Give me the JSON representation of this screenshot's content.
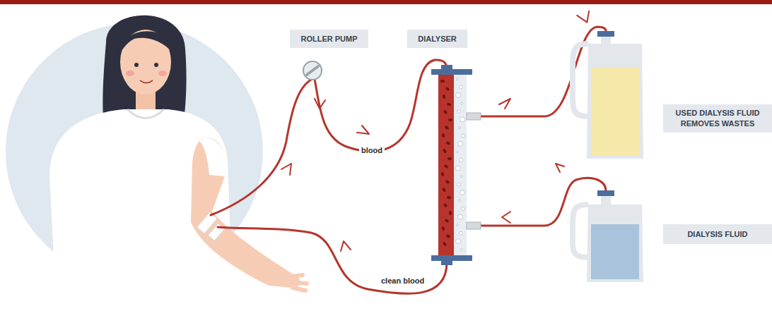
{
  "diagram": {
    "nodes": [
      {
        "text": [
          "ROLLER PUMP"
        ]
      },
      {
        "text": [
          "DIALYSER"
        ]
      },
      {
        "text": [
          "USED DIALYSIS FLUID REMOVES WASTES"
        ]
      },
      {
        "text": [
          "DIALYSIS FLUID"
        ]
      }
    ],
    "labels": [
      "blood",
      "clean blood"
    ]
  }
}
